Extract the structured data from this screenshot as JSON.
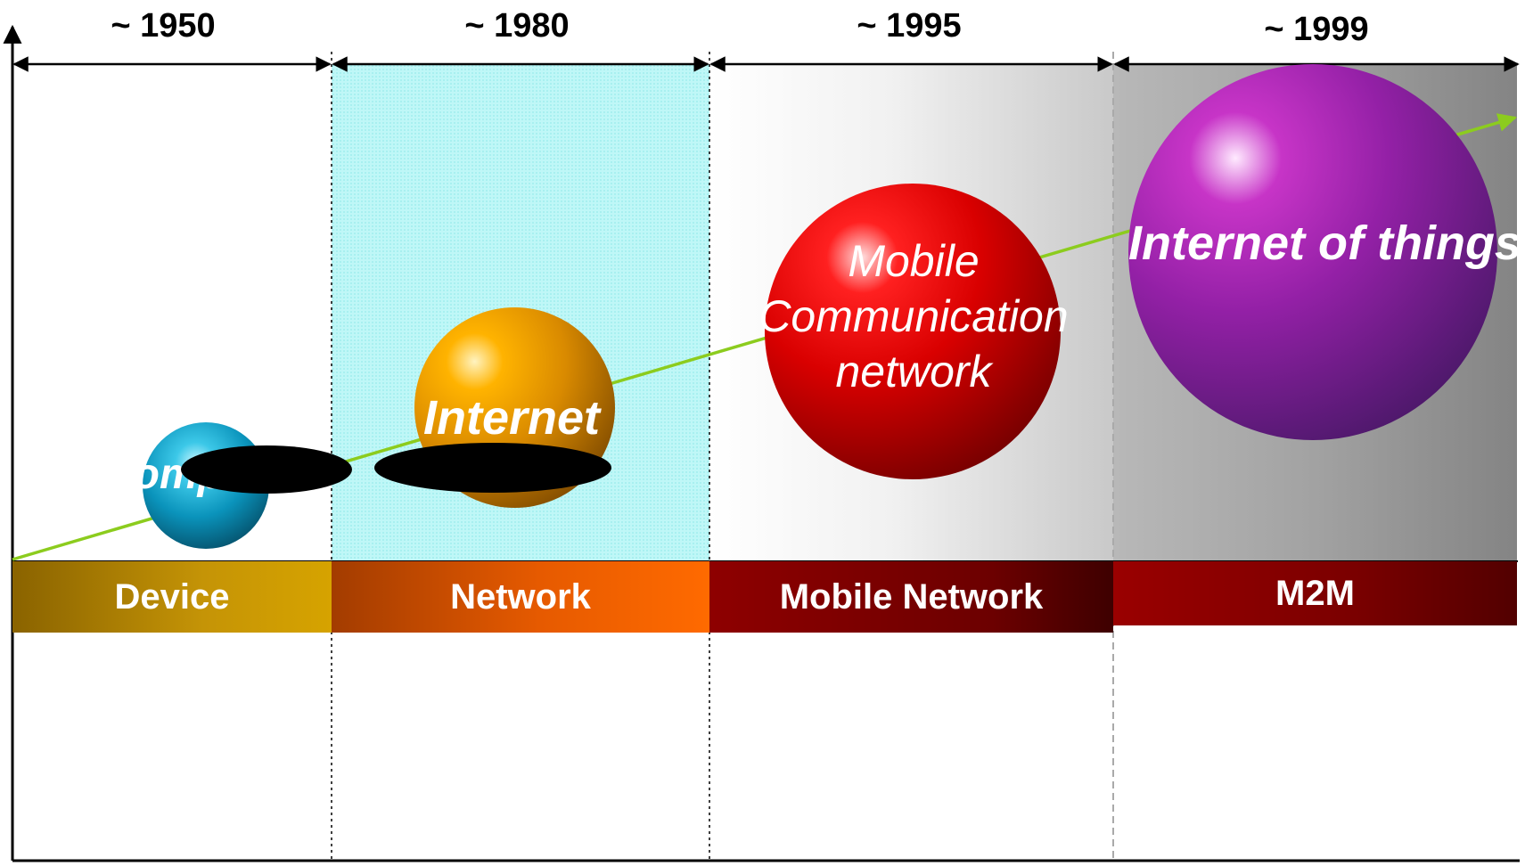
{
  "periods": [
    {
      "year": "~ 1950",
      "band": "Device",
      "sphere": "Comp"
    },
    {
      "year": "~ 1980",
      "band": "Network",
      "sphere": "Internet"
    },
    {
      "year": "~ 1995",
      "band": "Mobile Network",
      "sphere_lines": [
        "Mobile",
        "Communication",
        "network"
      ]
    },
    {
      "year": "~ 1999",
      "band": "M2M",
      "sphere": "Internet of things"
    }
  ],
  "colors": {
    "trend_line": "#8ccc1e",
    "network_bg": "#bff7f7",
    "device_band": "#c59406",
    "network_band": "#ff6a00",
    "mobile_band": "#7a0000",
    "m2m_band": "#7a0000",
    "sphere_computer": "#0a93bb",
    "sphere_internet": "#d98a00",
    "sphere_mobile": "#d90000",
    "sphere_iot": "#9320a6"
  }
}
